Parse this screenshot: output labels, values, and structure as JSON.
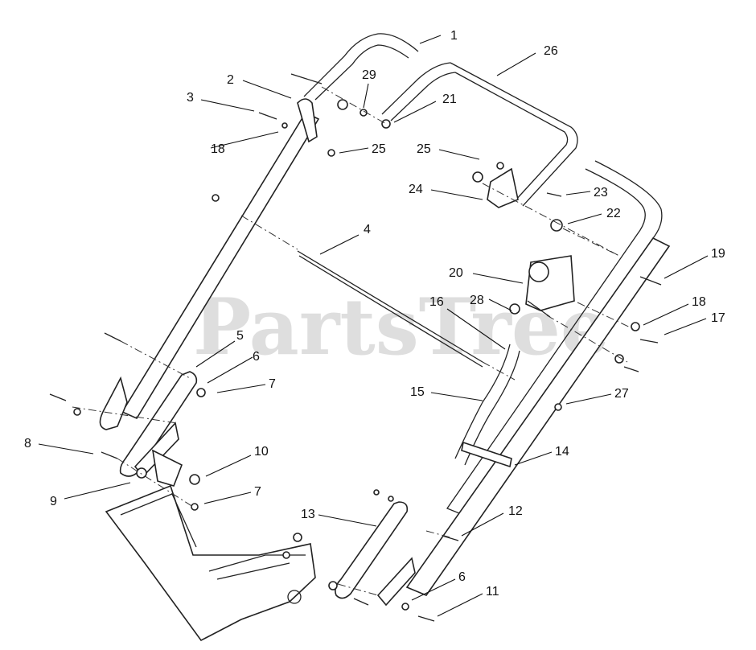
{
  "watermark": "PartsTree",
  "callouts": [
    {
      "label": "1"
    },
    {
      "label": "26"
    },
    {
      "label": "2"
    },
    {
      "label": "29"
    },
    {
      "label": "3"
    },
    {
      "label": "21"
    },
    {
      "label": "18"
    },
    {
      "label": "25"
    },
    {
      "label": "25"
    },
    {
      "label": "24"
    },
    {
      "label": "23"
    },
    {
      "label": "22"
    },
    {
      "label": "4"
    },
    {
      "label": "19"
    },
    {
      "label": "20"
    },
    {
      "label": "16"
    },
    {
      "label": "28"
    },
    {
      "label": "18"
    },
    {
      "label": "17"
    },
    {
      "label": "5"
    },
    {
      "label": "6"
    },
    {
      "label": "7"
    },
    {
      "label": "15"
    },
    {
      "label": "27"
    },
    {
      "label": "8"
    },
    {
      "label": "10"
    },
    {
      "label": "14"
    },
    {
      "label": "9"
    },
    {
      "label": "7"
    },
    {
      "label": "12"
    },
    {
      "label": "13"
    },
    {
      "label": "6"
    },
    {
      "label": "11"
    }
  ]
}
